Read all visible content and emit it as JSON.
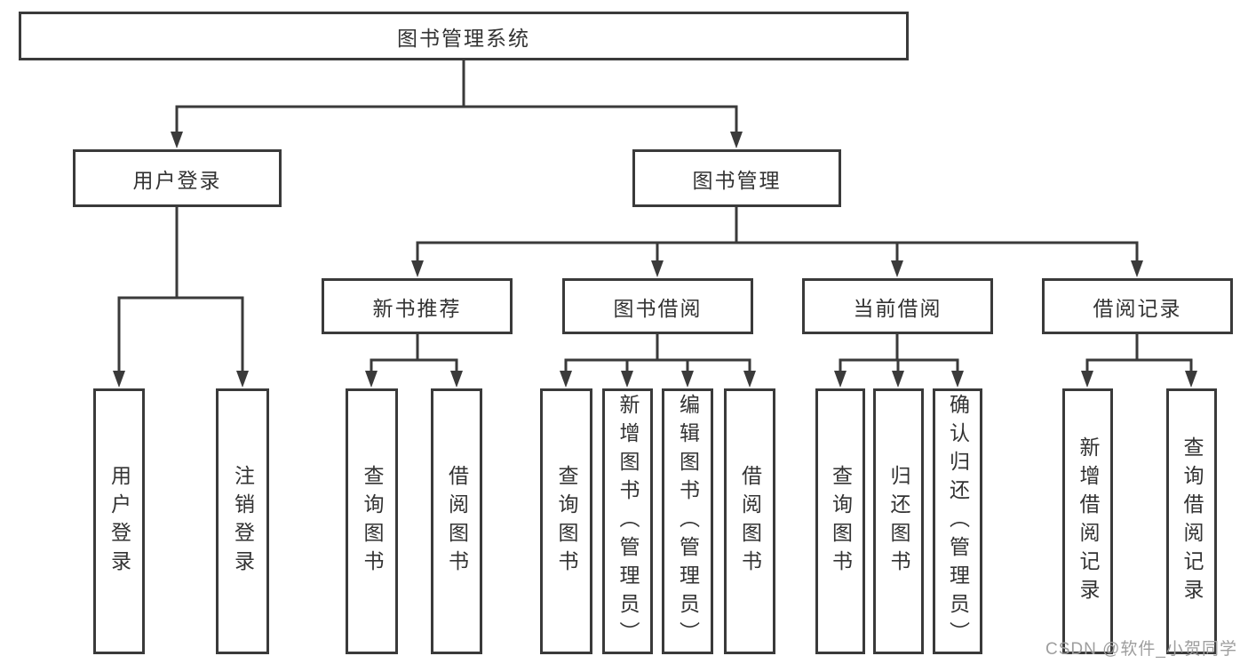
{
  "colors": {
    "line": "#3a3a3a",
    "text": "#333333",
    "background": "#ffffff",
    "watermark": "#9e9e9e"
  },
  "tree": {
    "root": {
      "label": "图书管理系统"
    },
    "level2": [
      {
        "label": "用户登录",
        "children": [
          {
            "label": "用户登录"
          },
          {
            "label": "注销登录"
          }
        ]
      },
      {
        "label": "图书管理",
        "children": [
          {
            "label": "新书推荐",
            "children": [
              {
                "label": "查询图书"
              },
              {
                "label": "借阅图书"
              }
            ]
          },
          {
            "label": "图书借阅",
            "children": [
              {
                "label": "查询图书"
              },
              {
                "label": "新增图书（管理员）"
              },
              {
                "label": "编辑图书（管理员）"
              },
              {
                "label": "借阅图书"
              }
            ]
          },
          {
            "label": "当前借阅",
            "children": [
              {
                "label": "查询图书"
              },
              {
                "label": "归还图书"
              },
              {
                "label": "确认归还（管理员）"
              }
            ]
          },
          {
            "label": "借阅记录",
            "children": [
              {
                "label": "新增借阅记录"
              },
              {
                "label": "查询借阅记录"
              }
            ]
          }
        ]
      }
    ]
  },
  "watermark": {
    "text": "CSDN @软件_小贺同学"
  }
}
